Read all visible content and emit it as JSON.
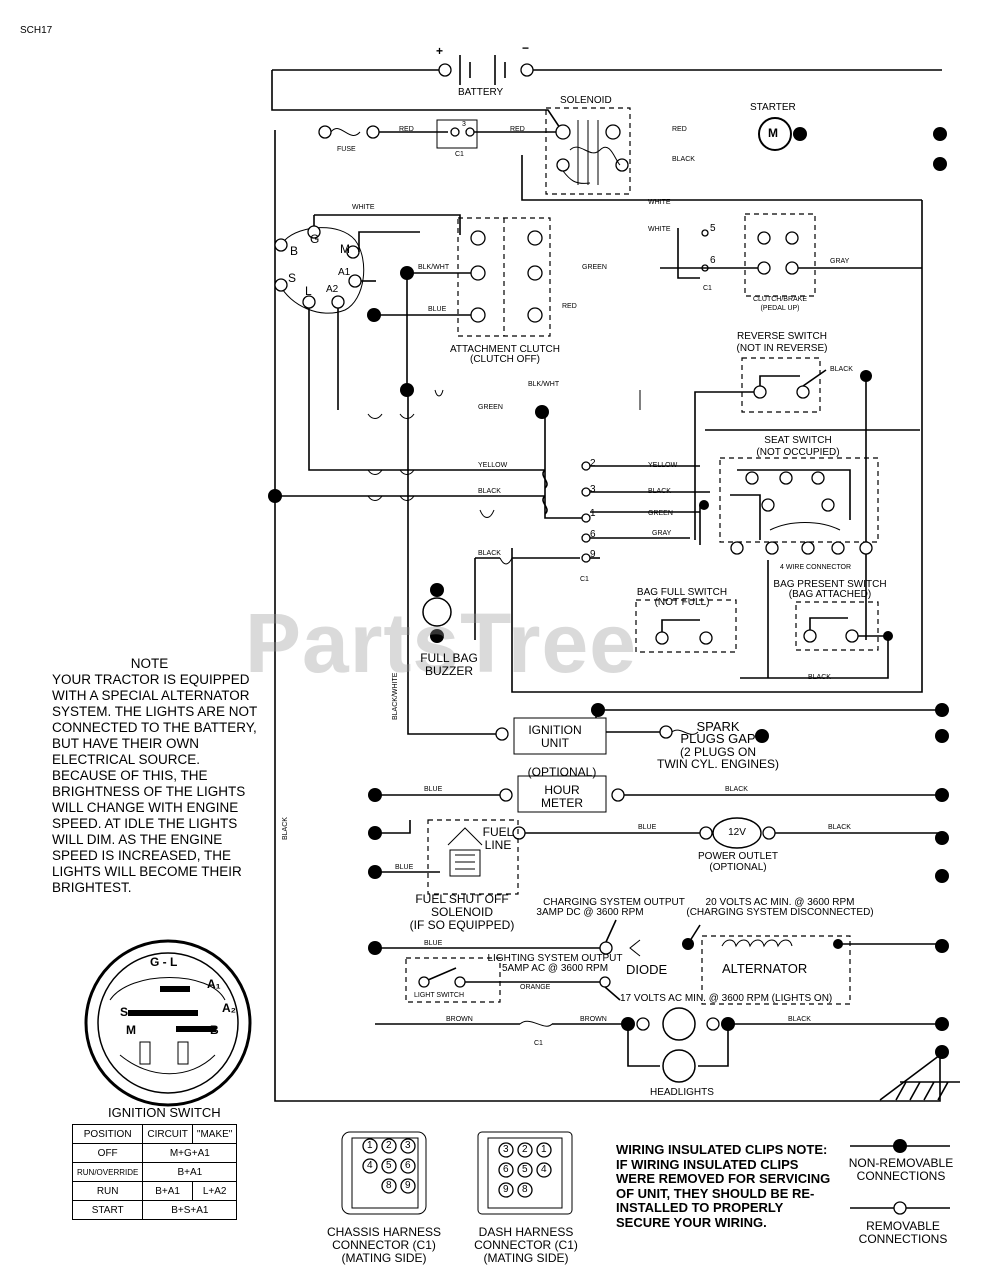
{
  "doc_id": "SCH17",
  "watermark": "PartsTree",
  "components": {
    "battery": "BATTERY",
    "solenoid": "SOLENOID",
    "starter": "STARTER",
    "fuse": "FUSE",
    "attachment_clutch": [
      "ATTACHMENT CLUTCH",
      "(CLUTCH OFF)"
    ],
    "clutch_brake": [
      "CLUTCH/BRAKE",
      "(PEDAL UP)"
    ],
    "reverse_switch": [
      "REVERSE SWITCH",
      "(NOT IN REVERSE)"
    ],
    "seat_switch": [
      "SEAT SWITCH",
      "(NOT OCCUPIED)"
    ],
    "bag_full_switch": [
      "BAG FULL SWITCH",
      "(NOT FULL)"
    ],
    "bag_present_switch": [
      "BAG PRESENT SWITCH",
      "(BAG ATTACHED)"
    ],
    "full_bag_buzzer": [
      "FULL BAG",
      "BUZZER"
    ],
    "ignition_unit": [
      "IGNITION",
      "UNIT"
    ],
    "spark_plugs": [
      "SPARK",
      "PLUGS GAP",
      "(2 PLUGS ON",
      "TWIN CYL. ENGINES)"
    ],
    "hour_meter": [
      "(OPTIONAL)",
      "HOUR",
      "METER"
    ],
    "power_outlet": [
      "12V",
      "POWER OUTLET",
      "(OPTIONAL)"
    ],
    "fuel_line": [
      "FUEL",
      "LINE"
    ],
    "fuel_shutoff": [
      "FUEL SHUT OFF",
      "SOLENOID",
      "(IF SO EQUIPPED)"
    ],
    "charging_output": [
      "CHARGING SYSTEM OUTPUT",
      "3AMP DC @ 3600 RPM"
    ],
    "charging_volts": [
      "20 VOLTS AC MIN. @ 3600 RPM",
      "(CHARGING SYSTEM DISCONNECTED)"
    ],
    "lighting_output": [
      "LIGHTING SYSTEM OUTPUT",
      "5AMP AC @ 3600 RPM"
    ],
    "lights_volts": "17 VOLTS AC MIN. @ 3600 RPM (LIGHTS ON)",
    "diode": "DIODE",
    "alternator": "ALTERNATOR",
    "light_switch": "LIGHT SWITCH",
    "headlights": "HEADLIGHTS",
    "four_wire": "4 WIRE CONNECTOR",
    "ignition_switch": "IGNITION SWITCH",
    "chassis_connector": [
      "CHASSIS HARNESS",
      "CONNECTOR (C1)",
      "(MATING SIDE)"
    ],
    "dash_connector": [
      "DASH HARNESS",
      "CONNECTOR (C1)",
      "(MATING SIDE)"
    ]
  },
  "wire_labels": {
    "red": "RED",
    "black": "BLACK",
    "white": "WHITE",
    "green": "GREEN",
    "gray": "GRAY",
    "blue": "BLUE",
    "yellow": "YELLOW",
    "blk_wht": "BLK/WHT",
    "black_white": "BLACK/WHITE",
    "orange": "ORANGE",
    "brown": "BROWN",
    "c1": "C1"
  },
  "pins": [
    "1",
    "2",
    "3",
    "5",
    "6",
    "9"
  ],
  "ignition_terminals": [
    "B",
    "S",
    "M",
    "A1",
    "A2",
    "L",
    "G"
  ],
  "note": {
    "heading": "NOTE",
    "body": "YOUR TRACTOR IS EQUIPPED WITH A SPECIAL ALTERNATOR SYSTEM. THE LIGHTS ARE NOT CONNECTED TO THE BATTERY, BUT HAVE THEIR OWN ELECTRICAL SOURCE. BECAUSE OF THIS, THE BRIGHTNESS OF THE LIGHTS WILL CHANGE WITH ENGINE SPEED. AT IDLE THE LIGHTS WILL DIM. AS THE ENGINE SPEED IS INCREASED, THE LIGHTS WILL BECOME THEIR BRIGHTEST."
  },
  "ignition_table": {
    "headers": [
      "POSITION",
      "CIRCUIT",
      "\"MAKE\""
    ],
    "rows": [
      [
        "OFF",
        "M+G+A1",
        ""
      ],
      [
        "RUN/OVERRIDE",
        "B+A1",
        ""
      ],
      [
        "RUN",
        "B+A1",
        "L+A2"
      ],
      [
        "START",
        "B+S+A1",
        ""
      ]
    ]
  },
  "clip_note": "WIRING INSULATED CLIPS NOTE: IF WIRING INSULATED CLIPS WERE REMOVED FOR SERVICING OF UNIT, THEY SHOULD BE RE-INSTALLED TO PROPERLY SECURE YOUR WIRING.",
  "legend": {
    "non_removable": [
      "NON-REMOVABLE",
      "CONNECTIONS"
    ],
    "removable": [
      "REMOVABLE",
      "CONNECTIONS"
    ]
  }
}
